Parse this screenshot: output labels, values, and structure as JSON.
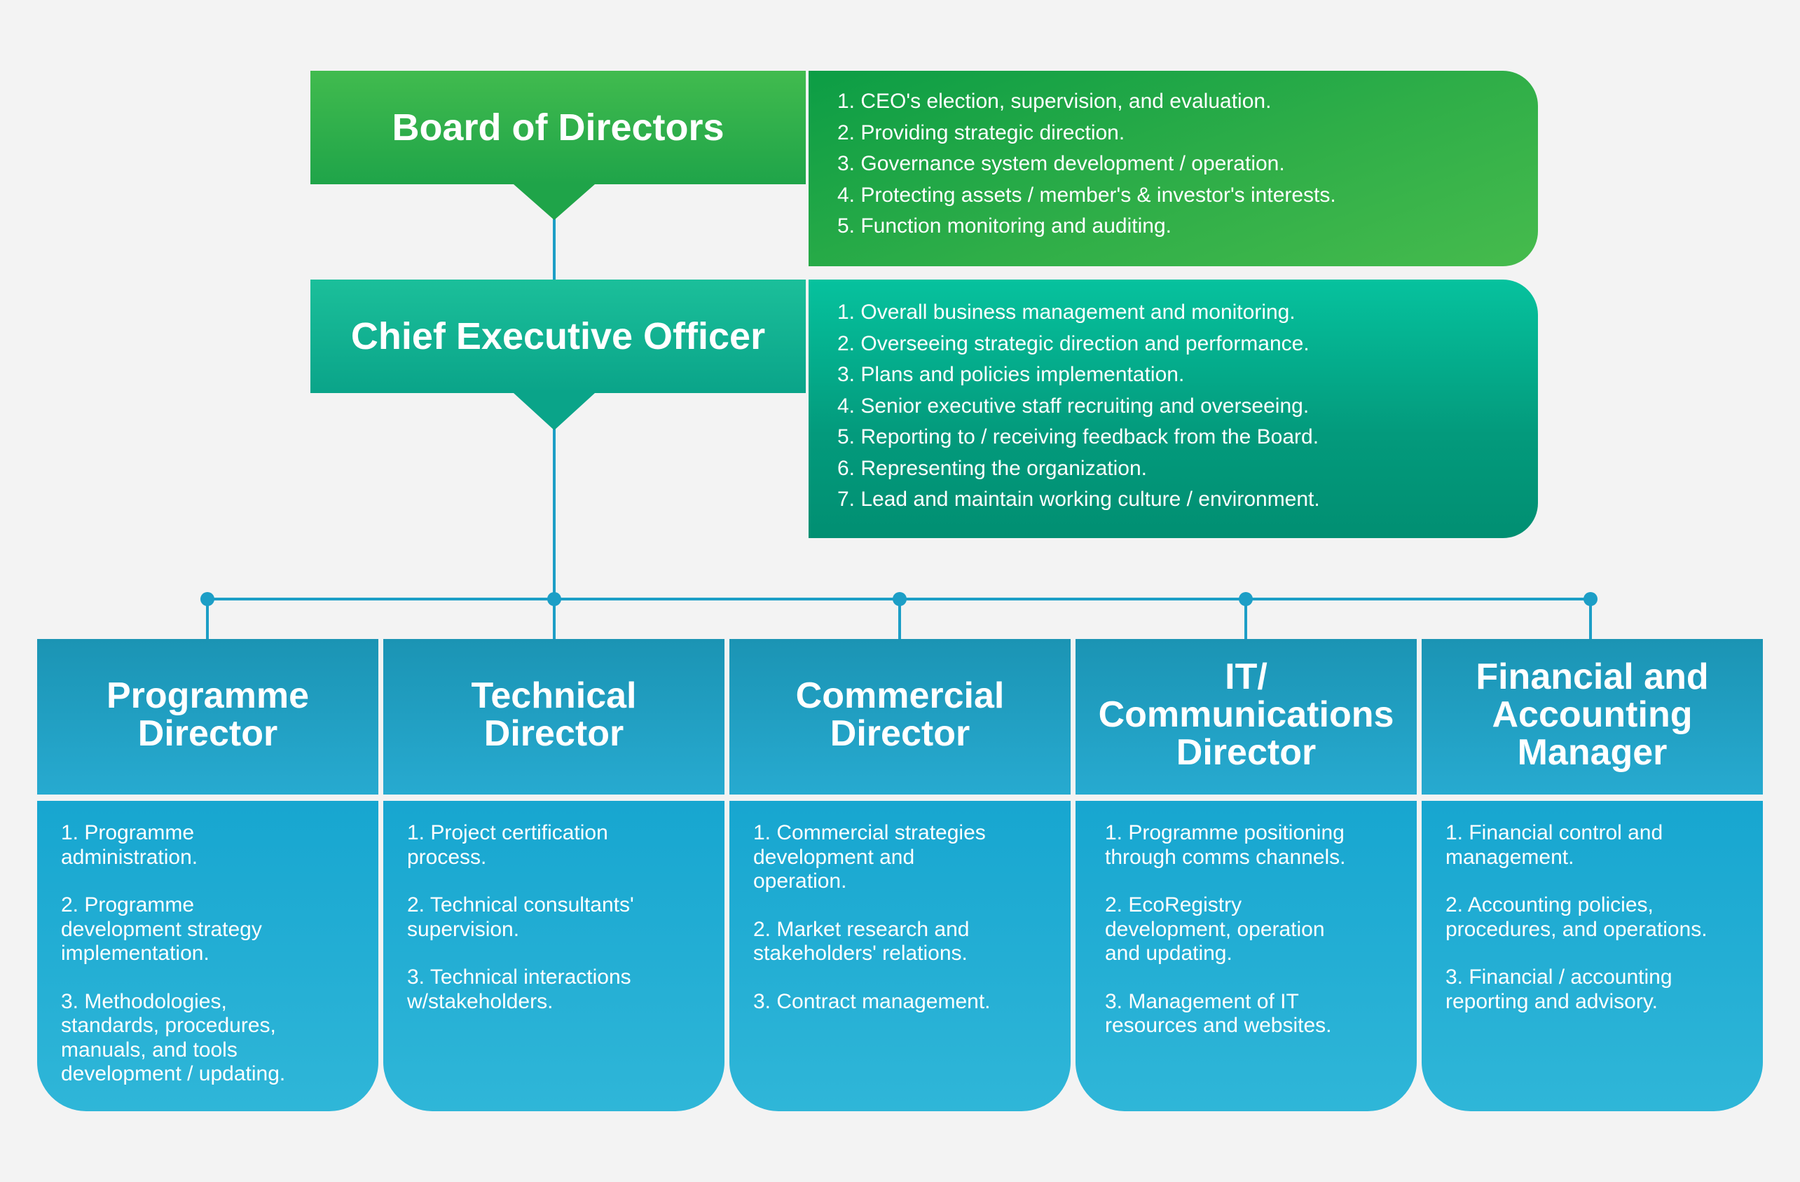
{
  "board": {
    "title": "Board of Directors",
    "duties": [
      "1. CEO's election, supervision, and evaluation.",
      "2. Providing strategic direction.",
      "3. Governance system development / operation.",
      "4. Protecting assets / member's & investor's interests.",
      "5. Function monitoring and auditing."
    ]
  },
  "ceo": {
    "title": "Chief Executive Officer",
    "duties": [
      "1. Overall business management and monitoring.",
      "2. Overseeing strategic direction and performance.",
      "3. Plans and policies implementation.",
      "4. Senior executive staff recruiting and overseeing.",
      "5. Reporting to / receiving feedback from the Board.",
      "6. Representing the organization.",
      "7. Lead and maintain working culture / environment."
    ]
  },
  "directors": [
    {
      "title": [
        "Programme",
        "Director"
      ],
      "duties": [
        [
          "1. Programme",
          "administration."
        ],
        [
          "2. Programme",
          "development strategy",
          "implementation."
        ],
        [
          "3. Methodologies,",
          "standards, procedures,",
          "manuals, and tools",
          "development / updating."
        ]
      ]
    },
    {
      "title": [
        "Technical",
        "Director"
      ],
      "duties": [
        [
          "1. Project certification",
          "process."
        ],
        [
          "2. Technical consultants'",
          "supervision."
        ],
        [
          "3. Technical interactions",
          "w/stakeholders."
        ]
      ]
    },
    {
      "title": [
        "Commercial",
        "Director"
      ],
      "duties": [
        [
          "1. Commercial strategies",
          "development and",
          "operation."
        ],
        [
          "2. Market research and",
          "stakeholders' relations."
        ],
        [
          "3. Contract management."
        ]
      ]
    },
    {
      "title": [
        "IT/",
        "Communications",
        "Director"
      ],
      "duties": [
        [
          "1. Programme positioning",
          "through comms channels."
        ],
        [
          "2. EcoRegistry",
          "development, operation",
          "and updating."
        ],
        [
          "3. Management of IT",
          "resources and websites."
        ]
      ]
    },
    {
      "title": [
        "Financial and",
        "Accounting",
        "Manager"
      ],
      "duties": [
        [
          "1. Financial control and",
          "management."
        ],
        [
          "2. Accounting policies,",
          "procedures, and operations."
        ],
        [
          "3. Financial / accounting",
          "reporting and advisory."
        ]
      ]
    }
  ],
  "colors": {
    "board_green": "#2fae48",
    "ceo_teal": "#06b08f",
    "director_blue": "#1fa6cc",
    "connector": "#1c9ec6",
    "background": "#f3f3f3"
  }
}
